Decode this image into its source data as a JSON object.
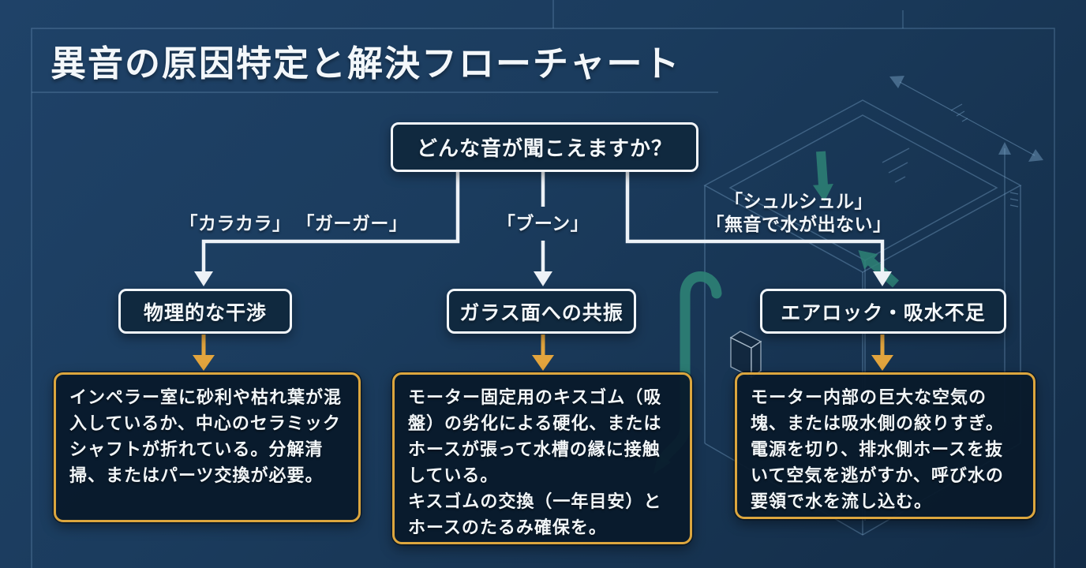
{
  "page": {
    "title": "異音の原因特定と解決フローチャート"
  },
  "colors": {
    "bg_navy": "#1B3B5D",
    "panel_navy": "#0E2942",
    "accent_orange": "#E2A43D",
    "line_white": "#EDF2F7",
    "teal_accent": "#2E8276",
    "blueprint_line": "#7FA8CC"
  },
  "flowchart": {
    "root_question": "どんな音が聞こえますか？",
    "branches": [
      {
        "sound": "「カラカラ」 「ガーガー」",
        "cause": "物理的な干渉",
        "detail": "インペラー室に砂利や枯れ葉が混入しているか、中心のセラミックシャフトが折れている。分解清掃、またはパーツ交換が必要。"
      },
      {
        "sound": "「ブーン」",
        "cause": "ガラス面への共振",
        "detail": "モーター固定用のキスゴム（吸盤）の劣化による硬化、またはホースが張って水槽の縁に接触している。\nキスゴムの交換（一年目安）とホースのたるみ確保を。"
      },
      {
        "sound": "「シュルシュル」\n「無音で水が出ない」",
        "cause": "エアロック・吸水不足",
        "detail": "モーター内部の巨大な空気の塊、または吸水側の絞りすぎ。電源を切り、排水側ホースを抜いて空気を逃がすか、呼び水の要領で水を流し込む。"
      }
    ]
  }
}
